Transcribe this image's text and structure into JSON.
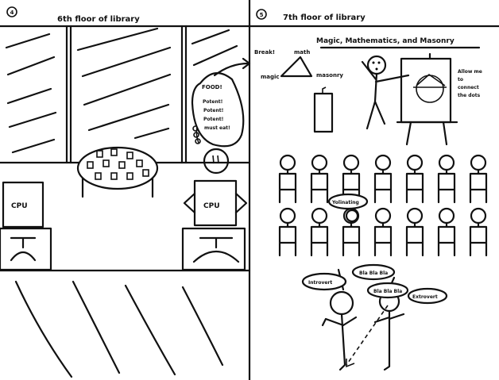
{
  "left_panel": {
    "number": "4",
    "title": "6th floor of library",
    "thought_bubble": {
      "heading": "FOOD!",
      "lines": [
        "Potent!",
        "Potent!",
        "Potent!",
        "must eat!"
      ]
    },
    "cpu_left": "CPU",
    "cpu_right": "CPU"
  },
  "right_panel": {
    "number": "5",
    "title": "7th floor of library",
    "banner": "Magic, Mathematics, and Masonry",
    "break_label": "Break!",
    "triangle": {
      "top": "math",
      "left": "magic",
      "right": "masonry"
    },
    "presenter_note": [
      "Allow me",
      "to",
      "connect",
      "the dots"
    ],
    "audience_bubble": "Yolinating",
    "bubbles": {
      "introvert": "Introvert",
      "bla1": "Bla Bla Bla",
      "bla2": "Bla Bla Bla",
      "extrovert": "Extrovert"
    }
  }
}
